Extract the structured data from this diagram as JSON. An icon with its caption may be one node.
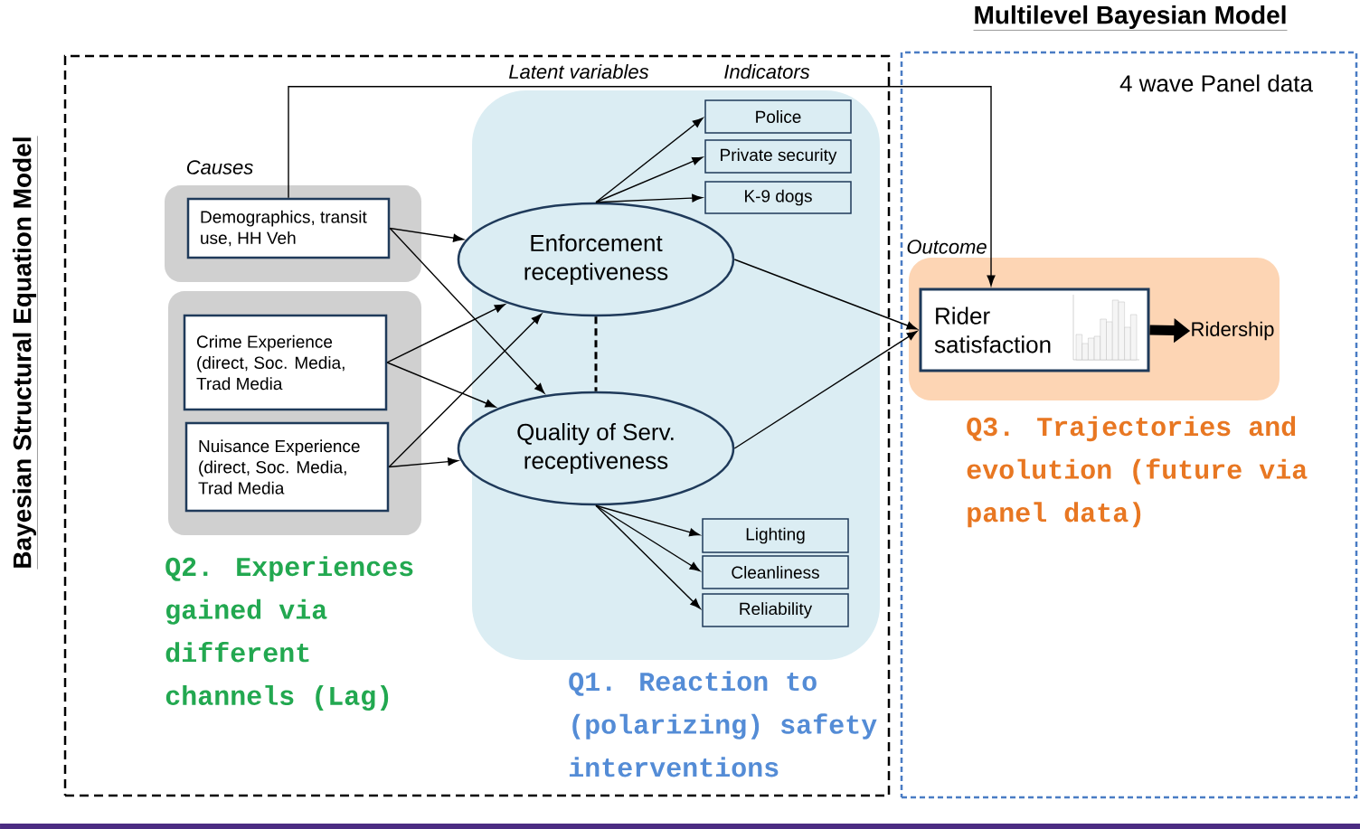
{
  "diagram": {
    "nodes": [
      {
        "text": [
          "Bayesian Structural Equation Model"
        ]
      },
      {
        "text": [
          "Multilevel Bayesian Model",
          "4 wave Panel data"
        ]
      },
      {
        "text": [
          "Causes"
        ],
        "in": 0
      },
      {
        "text": [
          "Demographics, transit use, HH Veh"
        ],
        "in": 2
      },
      {
        "text": [],
        "shape": "box",
        "in": 0
      },
      {
        "text": [
          "Crime Experience (direct, Soc. Media, Trad Media"
        ],
        "in": 4
      },
      {
        "text": [
          "Nuisance Experience (direct, Soc. Media, Trad Media"
        ],
        "in": 4
      },
      {
        "text": [],
        "shape": "box",
        "in": 0
      },
      {
        "text": [
          "Enforcement receptiveness"
        ],
        "in": 7
      },
      {
        "text": [
          "Quality of Serv. receptiveness"
        ],
        "in": 7
      },
      {
        "text": [
          "Police"
        ],
        "in": 7
      },
      {
        "text": [
          "Private security"
        ],
        "in": 7
      },
      {
        "text": [
          "K-9 dogs"
        ],
        "in": 7
      },
      {
        "text": [
          "Lighting"
        ],
        "in": 7
      },
      {
        "text": [
          "Cleanliness"
        ],
        "in": 7
      },
      {
        "text": [
          "Reliability"
        ],
        "in": 7
      },
      {
        "text": [
          "Outcome"
        ],
        "in": 1
      },
      {
        "text": [
          "Rider satisfaction"
        ],
        "in": 16
      },
      {
        "text": [
          "Ridership"
        ],
        "in": 16
      }
    ],
    "edges": [
      {
        "from": 3,
        "to": 8,
        "arrow": "to"
      },
      {
        "from": 3,
        "to": 9,
        "arrow": "to"
      },
      {
        "from": 5,
        "to": 8,
        "arrow": "to"
      },
      {
        "from": 5,
        "to": 9,
        "arrow": "to"
      },
      {
        "from": 6,
        "to": 8,
        "arrow": "to"
      },
      {
        "from": 6,
        "to": 9,
        "arrow": "to"
      },
      {
        "from": 8,
        "to": 10,
        "arrow": "to"
      },
      {
        "from": 8,
        "to": 11,
        "arrow": "to"
      },
      {
        "from": 8,
        "to": 12,
        "arrow": "to"
      },
      {
        "from": 9,
        "to": 13,
        "arrow": "to"
      },
      {
        "from": 9,
        "to": 14,
        "arrow": "to"
      },
      {
        "from": 9,
        "to": 15,
        "arrow": "to"
      },
      {
        "from": 8,
        "to": 9,
        "arrow": "none",
        "style": "dashed"
      },
      {
        "from": 8,
        "to": 17,
        "arrow": "to"
      },
      {
        "from": 9,
        "to": 17,
        "arrow": "to"
      },
      {
        "from": 3,
        "to": 17,
        "arrow": "to"
      },
      {
        "from": 17,
        "to": 18,
        "arrow": "to",
        "style": "thick"
      }
    ],
    "labels": [
      "Latent variables",
      "Indicators",
      "Q2. Experiences gained via different channels (Lag)",
      "Q1. Reaction to (polarizing) safety interventions",
      "Q3. Trajectories and evolution (future via panel data)"
    ]
  }
}
